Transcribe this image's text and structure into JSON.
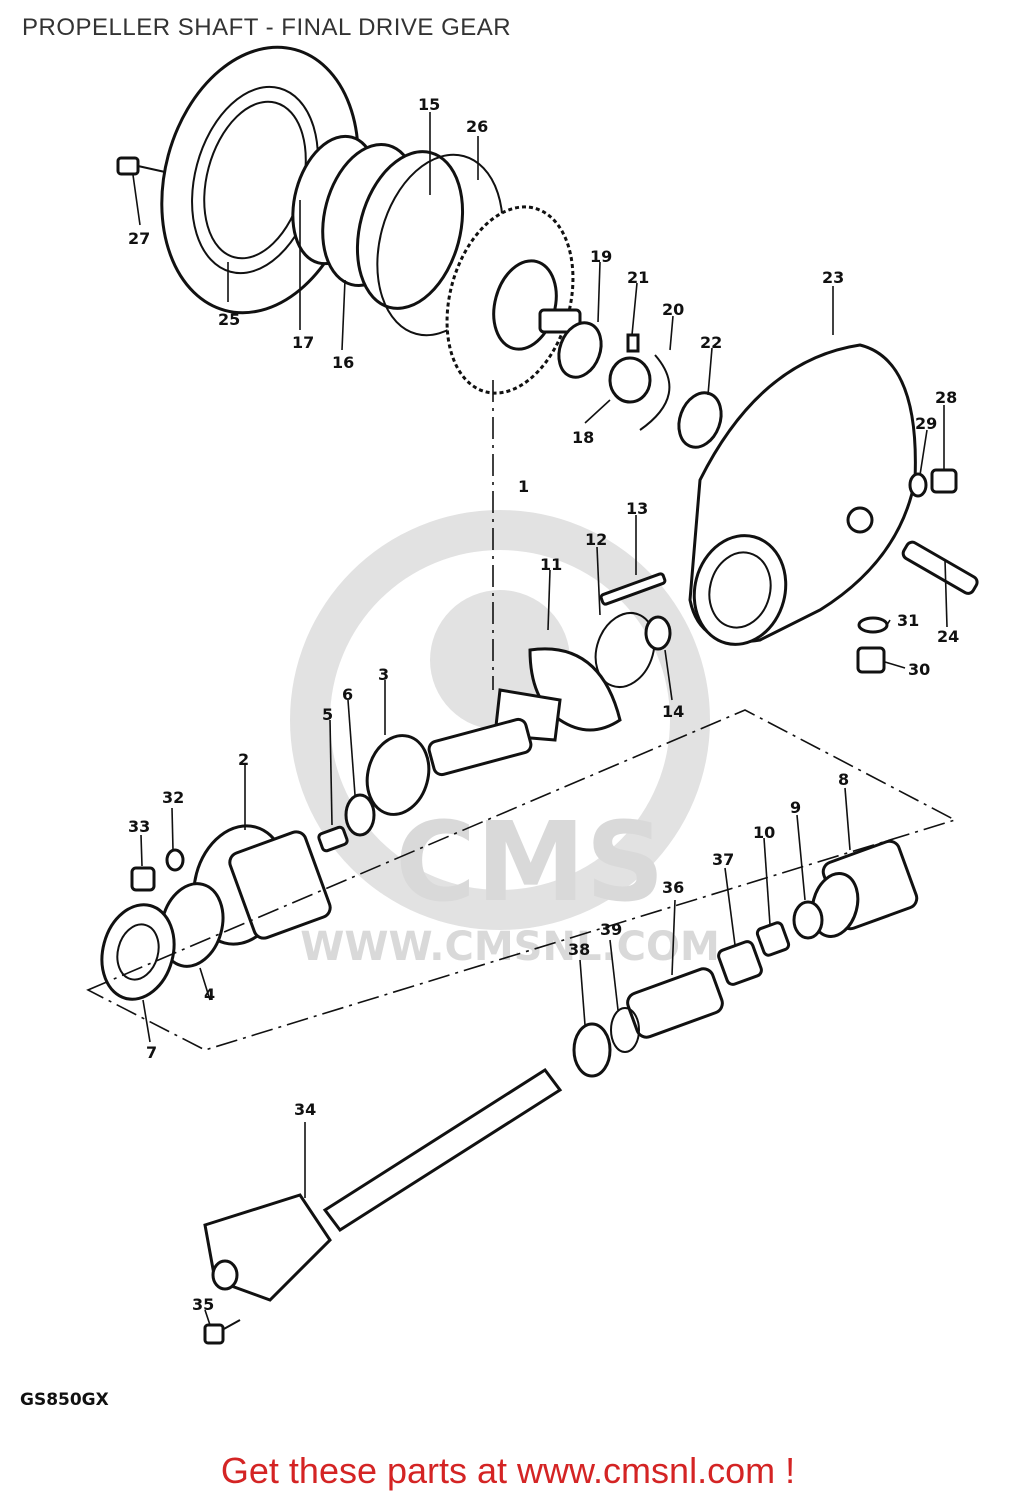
{
  "title": "PROPELLER SHAFT - FINAL DRIVE GEAR",
  "model_code": "GS850GX",
  "footer_cta": "Get these parts at www.cmsnl.com !",
  "watermark": {
    "brand": "CMS",
    "url": "WWW.CMSNL.COM"
  },
  "part_labels": [
    {
      "id": "1",
      "text": "1"
    },
    {
      "id": "2",
      "text": "2"
    },
    {
      "id": "3",
      "text": "3"
    },
    {
      "id": "4",
      "text": "4"
    },
    {
      "id": "5",
      "text": "5"
    },
    {
      "id": "6",
      "text": "6"
    },
    {
      "id": "7",
      "text": "7"
    },
    {
      "id": "8",
      "text": "8"
    },
    {
      "id": "9",
      "text": "9"
    },
    {
      "id": "10",
      "text": "10"
    },
    {
      "id": "11",
      "text": "11"
    },
    {
      "id": "12",
      "text": "12"
    },
    {
      "id": "13",
      "text": "13"
    },
    {
      "id": "14",
      "text": "14"
    },
    {
      "id": "15",
      "text": "15"
    },
    {
      "id": "16",
      "text": "16"
    },
    {
      "id": "17",
      "text": "17"
    },
    {
      "id": "18",
      "text": "18"
    },
    {
      "id": "19",
      "text": "19"
    },
    {
      "id": "20",
      "text": "20"
    },
    {
      "id": "21",
      "text": "21"
    },
    {
      "id": "22",
      "text": "22"
    },
    {
      "id": "23",
      "text": "23"
    },
    {
      "id": "24",
      "text": "24"
    },
    {
      "id": "25",
      "text": "25"
    },
    {
      "id": "26",
      "text": "26"
    },
    {
      "id": "27",
      "text": "27"
    },
    {
      "id": "28",
      "text": "28"
    },
    {
      "id": "29",
      "text": "29"
    },
    {
      "id": "30",
      "text": "30"
    },
    {
      "id": "31",
      "text": "31"
    },
    {
      "id": "32",
      "text": "32"
    },
    {
      "id": "33",
      "text": "33"
    },
    {
      "id": "34",
      "text": "34"
    },
    {
      "id": "35",
      "text": "35"
    },
    {
      "id": "36",
      "text": "36"
    },
    {
      "id": "37",
      "text": "37"
    },
    {
      "id": "38",
      "text": "38"
    },
    {
      "id": "39",
      "text": "39"
    }
  ],
  "colors": {
    "cta": "#d42424",
    "line": "#111111",
    "watermark": "#e2e2e2"
  }
}
